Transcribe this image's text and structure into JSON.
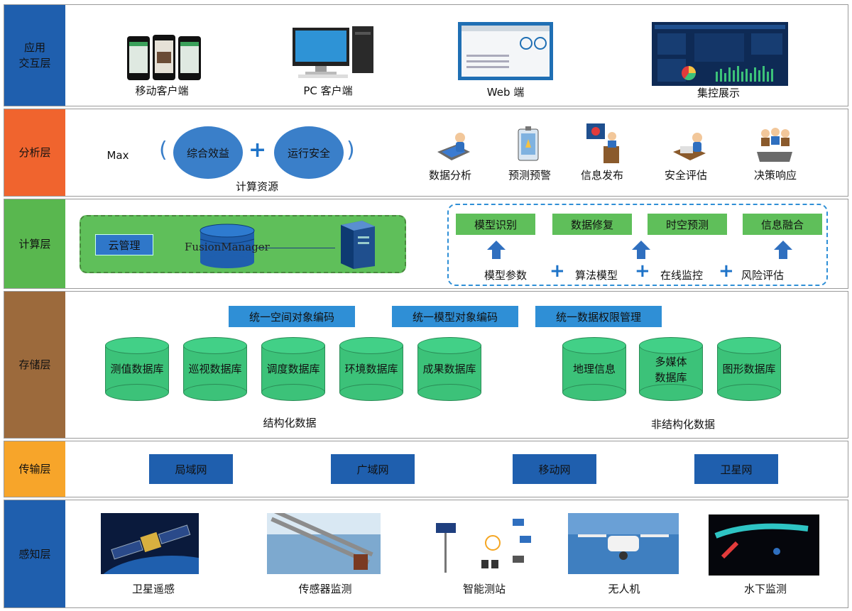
{
  "layers": {
    "app": {
      "label": "应用\n交互层",
      "color": "#1f5fae",
      "items": [
        "移动客户端",
        "PC 客户端",
        "Web 端",
        "集控展示"
      ]
    },
    "analysis": {
      "label": "分析层",
      "color": "#f0642e",
      "max_label": "Max",
      "bubble1": "综合效益",
      "bubble2": "运行安全",
      "resource_label": "计算资源",
      "items": [
        "数据分析",
        "预测预警",
        "信息发布",
        "安全评估",
        "决策响应"
      ]
    },
    "compute": {
      "label": "计算层",
      "color": "#59b74f",
      "cloud": "云管理",
      "fusion": "FusionManager",
      "outputs": [
        "模型识别",
        "数据修复",
        "时空预测",
        "信息融合"
      ],
      "inputs": [
        "模型参数",
        "算法模型",
        "在线监控",
        "风险评估"
      ]
    },
    "storage": {
      "label": "存储层",
      "color": "#9c6a3c",
      "codes": [
        "统一空间对象编码",
        "统一模型对象编码",
        "统一数据权限管理"
      ],
      "structured_dbs": [
        "测值数据库",
        "巡视数据库",
        "调度数据库",
        "环境数据库",
        "成果数据库"
      ],
      "unstructured_dbs": [
        "地理信息",
        "多媒体\n数据库",
        "图形数据库"
      ],
      "structured_label": "结构化数据",
      "unstructured_label": "非结构化数据"
    },
    "transport": {
      "label": "传输层",
      "color": "#f7a52a",
      "networks": [
        "局域网",
        "广域网",
        "移动网",
        "卫星网"
      ]
    },
    "sensing": {
      "label": "感知层",
      "color": "#1f5fae",
      "items": [
        "卫星遥感",
        "传感器监测",
        "智能测站",
        "无人机",
        "水下监测"
      ]
    }
  }
}
